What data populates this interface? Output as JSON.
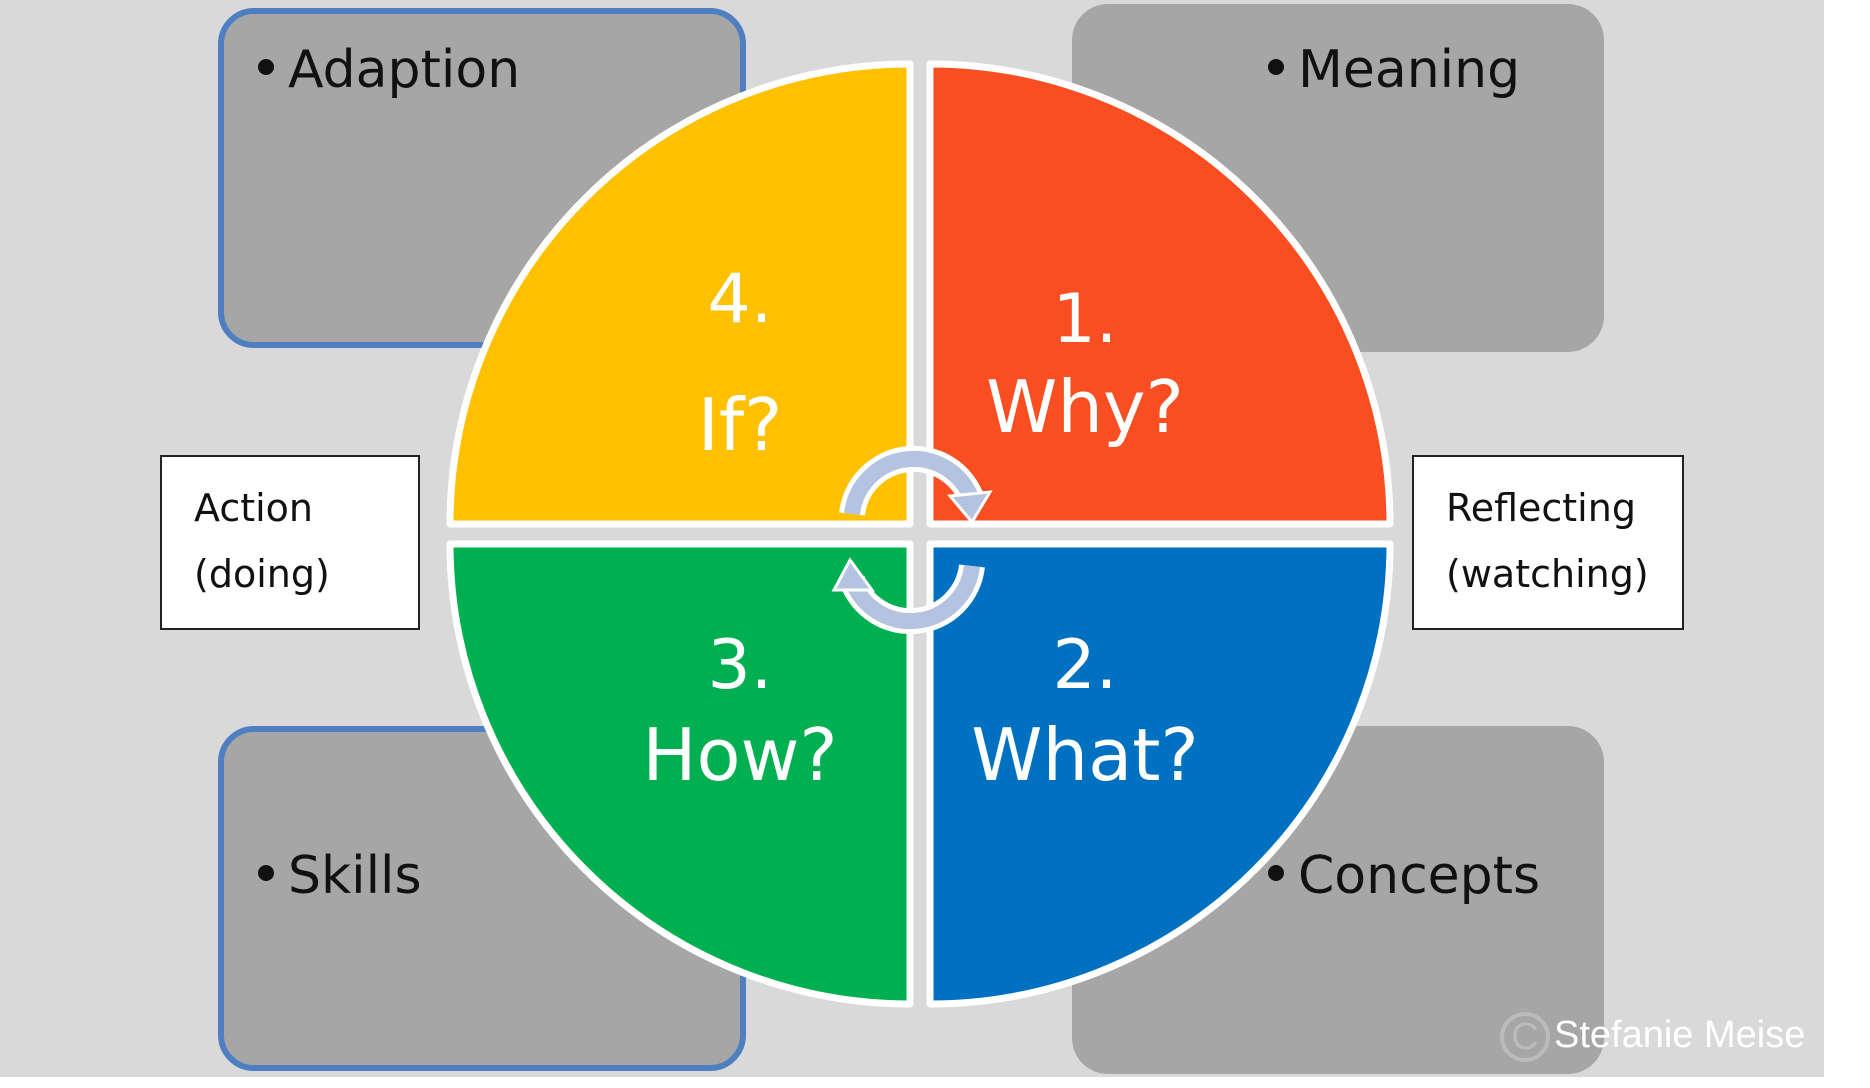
{
  "corners": {
    "top_left": "Adaption",
    "top_right": "Meaning",
    "bottom_left": "Skills",
    "bottom_right": "Concepts"
  },
  "sides": {
    "left": [
      "Action",
      "(doing)"
    ],
    "right": [
      "Reflecting",
      "(watching)"
    ]
  },
  "quadrants": [
    {
      "number": "1.",
      "question": "Why?",
      "color": "#f94e21"
    },
    {
      "number": "2.",
      "question": "What?",
      "color": "#0070c0"
    },
    {
      "number": "3.",
      "question": "How?",
      "color": "#00b050"
    },
    {
      "number": "4.",
      "question": "If?",
      "color": "#ffc000"
    }
  ],
  "icons": {
    "cycle_arrows": "circular-arrows-icon",
    "copyright": "copyright-icon"
  },
  "colors": {
    "background": "#d9d9d9",
    "corner_box": "#a6a6a6",
    "corner_border": "#4f7fc0",
    "arrow": "#b4c3df"
  },
  "watermark": {
    "symbol": "C",
    "text": "Stefanie Meise"
  }
}
